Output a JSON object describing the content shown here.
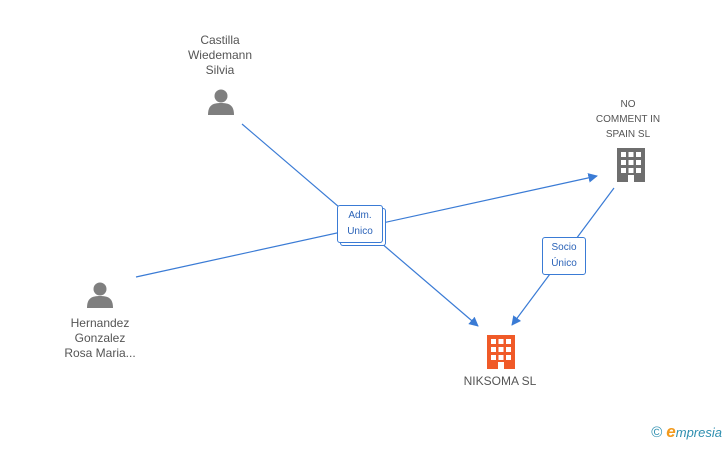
{
  "nodes": {
    "castilla": {
      "label": "Castilla\nWiedemann\nSilvia",
      "icon": "person-icon"
    },
    "hernandez": {
      "label": "Hernandez\nGonzalez\nRosa Maria...",
      "icon": "person-icon"
    },
    "nocomment": {
      "label": "NO\nCOMMENT IN\nSPAIN SL",
      "icon": "building-icon"
    },
    "niksoma": {
      "label": "NIKSOMA SL",
      "icon": "building-icon"
    }
  },
  "edges": {
    "adm_unico": "Adm.\nUnico",
    "socio_unico": "Socio\nÚnico"
  },
  "colors": {
    "edge": "#3a7bd5",
    "person": "#7f7f7f",
    "company_gray": "#6e6e6e",
    "company_focus": "#f05a28"
  },
  "footer": {
    "copyright_symbol": "©",
    "brand_initial": "e",
    "brand_rest": "mpresia"
  }
}
